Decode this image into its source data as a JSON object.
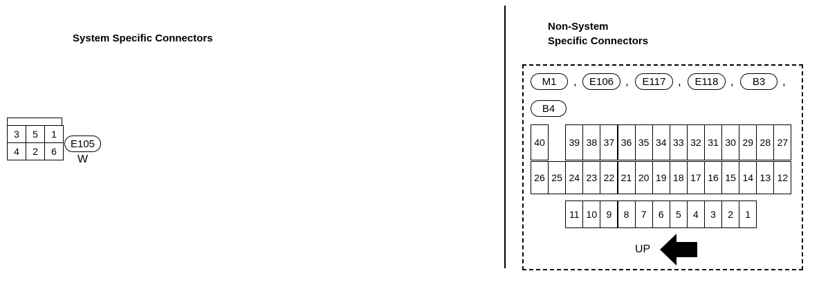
{
  "left_panel": {
    "title": "System Specific Connectors",
    "connector": {
      "pins_top": [
        "3",
        "5",
        "1"
      ],
      "pins_bottom": [
        "4",
        "2",
        "6"
      ],
      "label": "E105",
      "color_code": "W"
    }
  },
  "right_panel": {
    "title_line1": "Non-System",
    "title_line2": "Specific Connectors",
    "connector_labels": [
      "M1",
      "E106",
      "E117",
      "E118",
      "B3",
      "B4"
    ],
    "separator": ",",
    "connector": {
      "row1": [
        "40",
        "39",
        "38",
        "37",
        "36",
        "35",
        "34",
        "33",
        "32",
        "31",
        "30",
        "29",
        "28",
        "27"
      ],
      "row2": [
        "26",
        "25",
        "24",
        "23",
        "22",
        "21",
        "20",
        "19",
        "18",
        "17",
        "16",
        "15",
        "14",
        "13",
        "12"
      ],
      "row3": [
        "11",
        "10",
        "9",
        "8",
        "7",
        "6",
        "5",
        "4",
        "3",
        "2",
        "1"
      ]
    },
    "up_label": "UP",
    "arrow_icon": "left-arrow-icon"
  }
}
